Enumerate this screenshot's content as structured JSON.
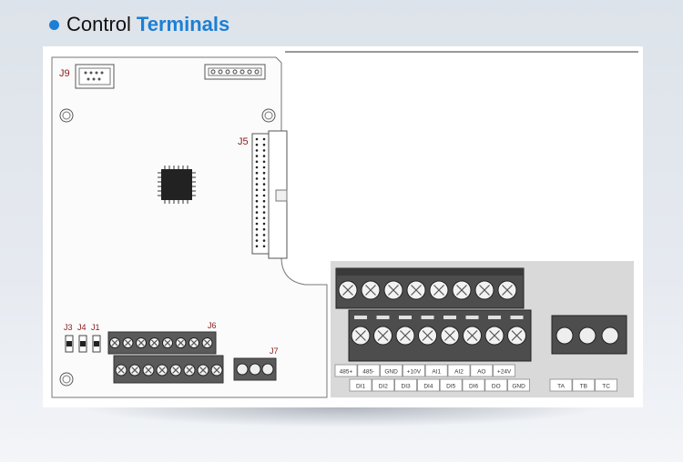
{
  "header": {
    "title_plain": "Control",
    "title_accent": "Terminals"
  },
  "board_labels": {
    "j9": "J9",
    "j5": "J5",
    "j3": "J3",
    "j4": "J4",
    "j1": "J1",
    "j6": "J6",
    "j7": "J7"
  },
  "terminals": {
    "top_row": [
      "485+",
      "485-",
      "GND",
      "+10V",
      "AI1",
      "AI2",
      "AO",
      "+24V"
    ],
    "bottom_row": [
      "DI1",
      "DI2",
      "DI3",
      "DI4",
      "DI5",
      "DI6",
      "DO",
      "GND"
    ],
    "relay_row": [
      "TA",
      "TB",
      "TC"
    ]
  },
  "colors": {
    "accent": "#1c7fd4",
    "board_label": "#8b1a1a"
  }
}
